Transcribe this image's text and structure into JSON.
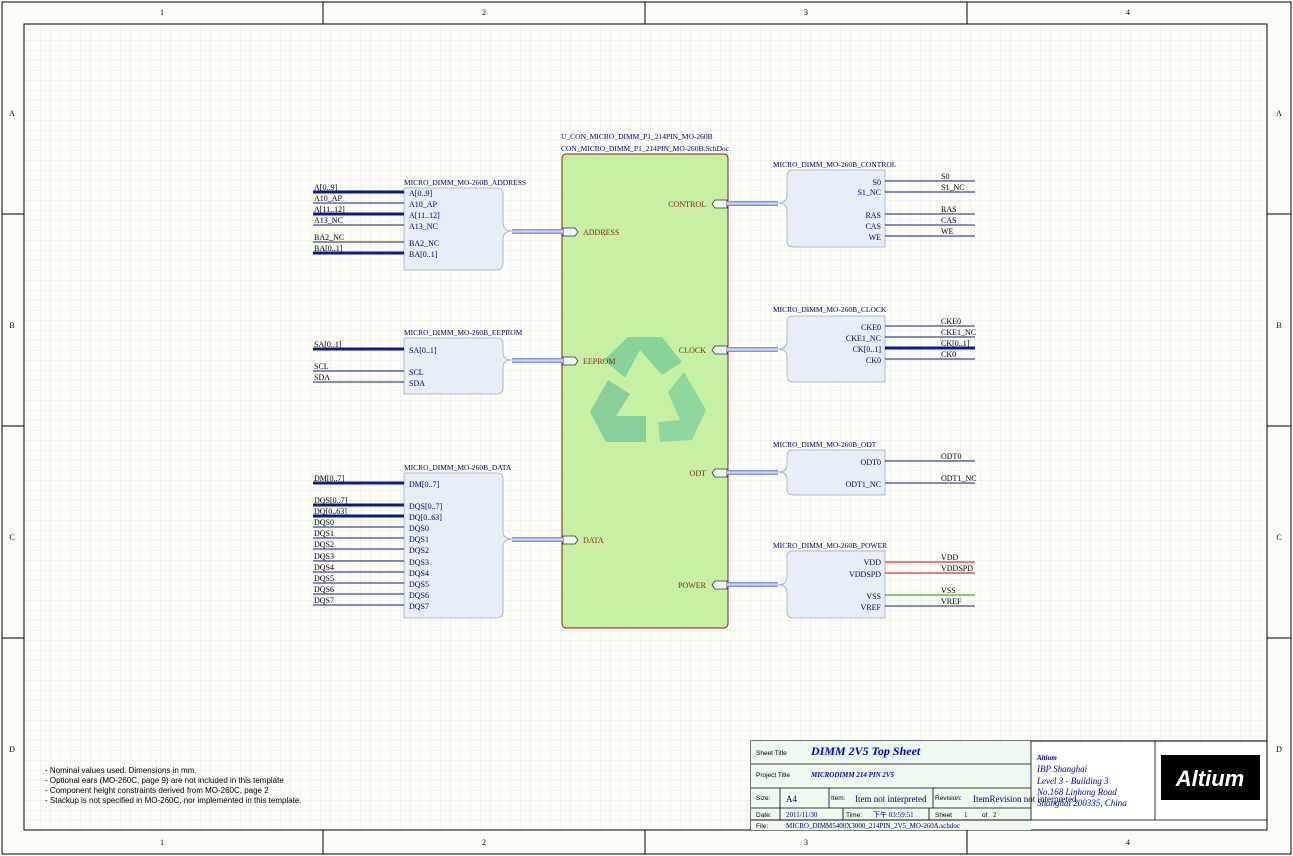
{
  "frame": {
    "columns": [
      "1",
      "2",
      "3",
      "4"
    ],
    "rows": [
      "A",
      "B",
      "C",
      "D"
    ]
  },
  "top_sheet": {
    "designator": "U_CON_MICRO_DIMM_P1_214PIN_MO-260B",
    "filename": "CON_MICRO_DIMM_P1_214PIN_MO-260B.SchDoc",
    "left_ports": [
      "ADDRESS",
      "EEPROM",
      "DATA"
    ],
    "right_ports": [
      "CONTROL",
      "CLOCK",
      "ODT",
      "POWER"
    ]
  },
  "harness_address": {
    "title": "MICRO_DIMM_MO-260B_ADDRESS",
    "entries": [
      "A[0..9]",
      "A10_AP",
      "A[11..12]",
      "A13_NC",
      "BA2_NC",
      "BA[0..1]"
    ],
    "nets": [
      "A[0..9]",
      "A10_AP",
      "A[11..12]",
      "A13_NC",
      "BA2_NC",
      "BA[0..1]"
    ]
  },
  "harness_eeprom": {
    "title": "MICRO_DIMM_MO-260B_EEPROM",
    "entries": [
      "SA[0..1]",
      "SCL",
      "SDA"
    ],
    "nets": [
      "SA[0..1]",
      "SCL",
      "SDA"
    ]
  },
  "harness_data": {
    "title": "MICRO_DIMM_MO-260B_DATA",
    "entries": [
      "DM[0..7]",
      "DQS[0..7]",
      "DQ[0..63]",
      "DQS0",
      "DQS1",
      "DQS2",
      "DQS3",
      "DQS4",
      "DQS5",
      "DQS6",
      "DQS7"
    ],
    "nets": [
      "DM[0..7]",
      "DQS[0..7]",
      "DQ[0..63]",
      "DQS0",
      "DQS1",
      "DQS2",
      "DQS3",
      "DQS4",
      "DQS5",
      "DQS6",
      "DQS7"
    ]
  },
  "harness_control": {
    "title": "MICRO_DIMM_MO-260B_CONTROL",
    "entries": [
      "S0",
      "S1_NC",
      "RAS",
      "CAS",
      "WE"
    ],
    "nets": [
      "S0",
      "S1_NC",
      "RAS",
      "CAS",
      "WE"
    ]
  },
  "harness_clock": {
    "title": "MICRO_DIMM_MO-260B_CLOCK",
    "entries": [
      "CKE0",
      "CKE1_NC",
      "CK[0..1]",
      "CK0"
    ],
    "nets": [
      "CKE0",
      "CKE1_NC",
      "CK[0..1]",
      "CK0"
    ]
  },
  "harness_odt": {
    "title": "MICRO_DIMM_MO-260B_ODT",
    "entries": [
      "ODT0",
      "ODT1_NC"
    ],
    "nets": [
      "ODT0",
      "ODT1_NC"
    ]
  },
  "harness_power": {
    "title": "MICRO_DIMM_MO-260B_POWER",
    "entries": [
      "VDD",
      "VDDSPD",
      "VSS",
      "VREF"
    ],
    "nets": [
      "VDD",
      "VDDSPD",
      "VSS",
      "VREF"
    ]
  },
  "notes": [
    "- Nominal values used. Dimensions in mm.",
    "- Optional ears (MO-260C, page 9) are not included in this template",
    "- Component height constraints derived from MO-260C, page 2",
    "- Stackup is not specified in MO-260C, nor implemented in this template."
  ],
  "title_block": {
    "sheet_title_label": "Sheet Title",
    "sheet_title": "DIMM 2V5 Top Sheet",
    "project_title_label": "Project Title",
    "project_title": "MICRODIMM 214 PIN 2V5",
    "size_label": "Size:",
    "size": "A4",
    "item_label": "Item:",
    "item": "Item not interpreted",
    "revision_label": "Revision:",
    "revision": "ItemRevision not interpreted",
    "date_label": "Date:",
    "date": "2011/11/30",
    "time_label": "Time:",
    "time": "下午 03:59:51",
    "sheet_label": "Sheet",
    "sheet_num": "1",
    "of_label": "of",
    "sheet_total": "2",
    "file_label": "File:",
    "file": "MICRO_DIMM5400X3000_214PIN_2V5_MO-260A.schdoc",
    "company_name": "Altium",
    "address": [
      "IBP Shanghai",
      "Level 3 - Building 3",
      "No.168 Linhong Road",
      "Shanghai 200335, China"
    ],
    "logo_text": "Altium"
  },
  "colors": {
    "bus": "#0a1a8c",
    "wire": "#0a1a8c",
    "vdd": "#cc0000",
    "vss": "#00a000",
    "sheet_fill": "#c6f1a3",
    "sheet_border": "#8b1a1a",
    "harness_fill": "#e8eef8",
    "grid": "#e4e4e4",
    "recycle": "#6fcf8f"
  }
}
